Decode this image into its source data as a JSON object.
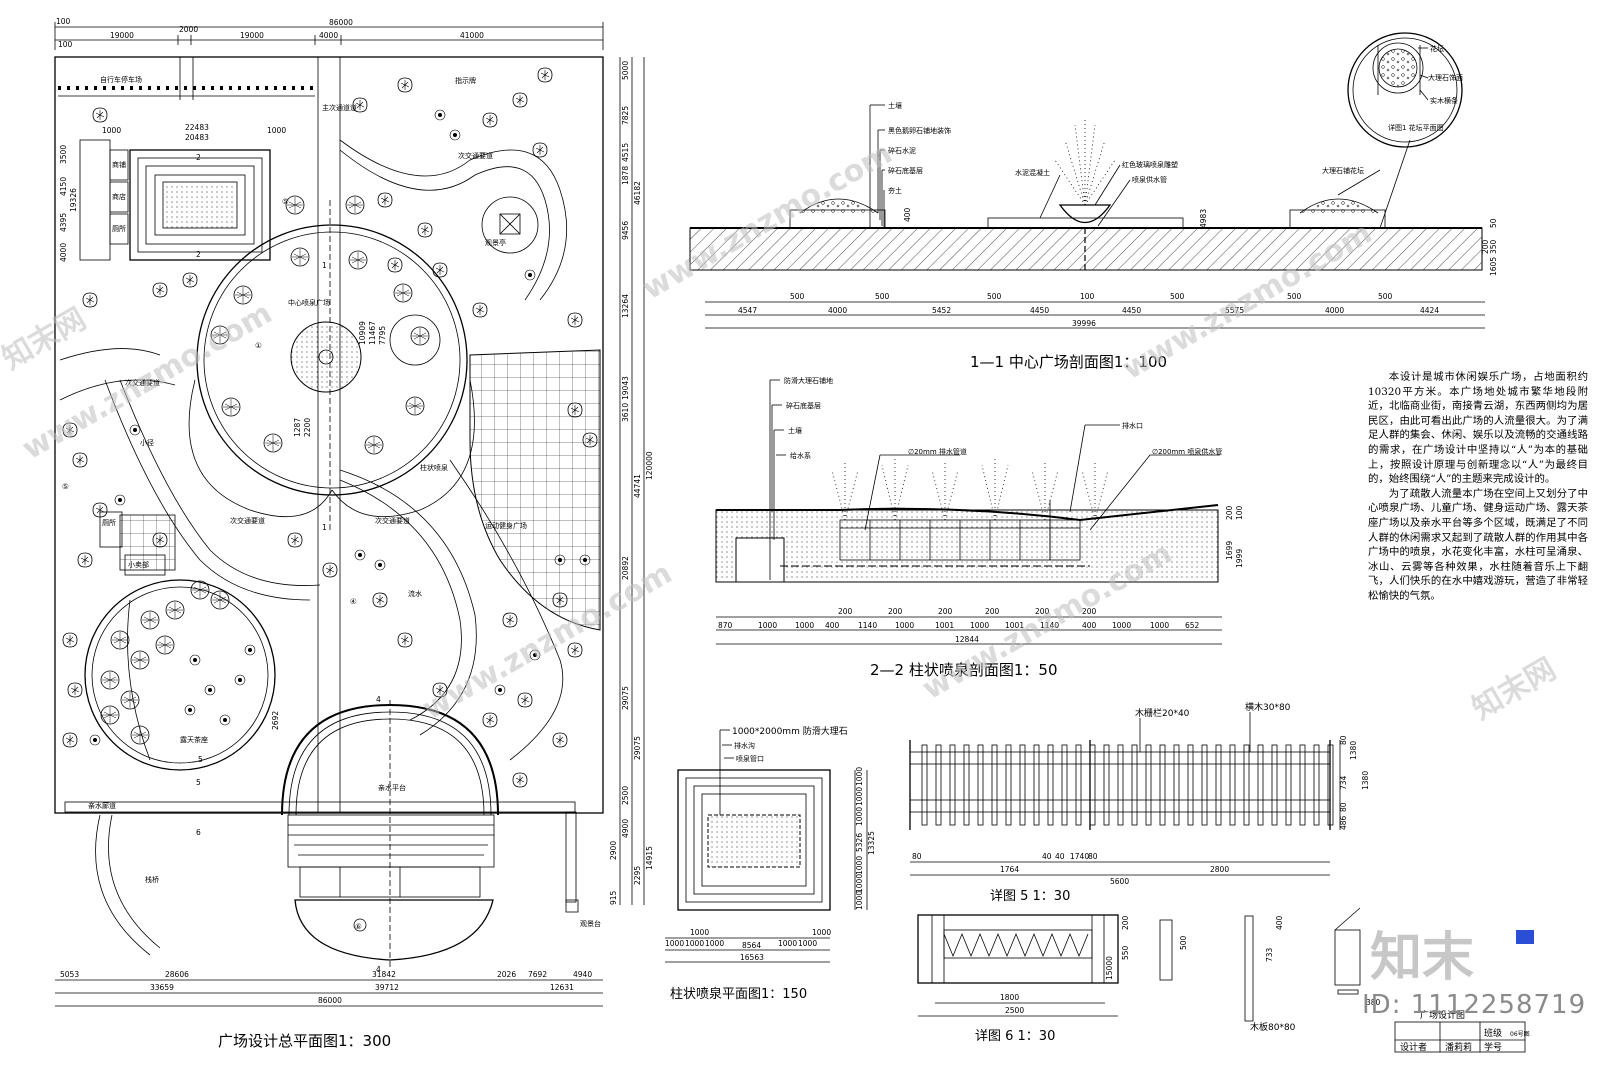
{
  "plan": {
    "title": "广场设计总平面图1：300",
    "top_dims": [
      "86000",
      "19000",
      "2000",
      "19000",
      "4000",
      "41000",
      "100",
      "100"
    ],
    "bottom_dims": [
      "5053",
      "28606",
      "31842",
      "7692",
      "4940",
      "2026",
      "33659",
      "39712",
      "12631",
      "86000"
    ],
    "right_dims": [
      "5000",
      "7825",
      "4515",
      "1878",
      "46182",
      "9456",
      "13264",
      "19043",
      "3610",
      "44741",
      "120000",
      "20892",
      "29075",
      "29075",
      "2500",
      "4900",
      "2900",
      "14915",
      "915",
      "2295"
    ],
    "inner_dims": [
      "22483",
      "20483",
      "1000",
      "1000",
      "3500",
      "4150",
      "4395",
      "4000",
      "19326",
      "1287",
      "2200",
      "7795",
      "11467",
      "10909",
      "2692"
    ],
    "labels": {
      "carpark": "自行车停车场",
      "main_road": "主次通道道",
      "central": "中心喷泉广场",
      "secondary1": "次交通要道",
      "secondary2": "次交通要道",
      "secondary3": "次交通要道",
      "secondary4": "次交通要道",
      "col_fountain": "柱状喷泉",
      "sports": "运动健身广场",
      "tea": "露天茶座",
      "water_platform": "亲水平台",
      "water_corridor": "亲水廊道",
      "stream": "流水",
      "pavilion": "观景亭",
      "toilet": "厕所",
      "kiosk": "小卖部",
      "wood_bridge": "栈桥",
      "viewing_stage": "观景台",
      "small_path": "小径",
      "sign": "指示牌",
      "shop_a": "商铺",
      "shop_b": "商店",
      "shop_c": "厕所",
      "section_marks": [
        "1",
        "1",
        "2",
        "2",
        "4",
        "4",
        "5",
        "5",
        "6"
      ],
      "detail_marks": [
        "①",
        "④",
        "⑤",
        "⑤",
        "⑥"
      ]
    }
  },
  "section1": {
    "title": "1—1 中心广场剖面图1：100",
    "labels": [
      "土壤",
      "黑色鹅卵石铺地装饰",
      "碎石水泥",
      "碎石底基层",
      "夯土",
      "水泥混凝土",
      "红色玻璃喷泉雕塑",
      "喷泉供水管",
      "大理石铺花坛"
    ],
    "top_dims": [
      "500",
      "500",
      "500",
      "100",
      "500",
      "500",
      "500"
    ],
    "bottom_dims": [
      "4547",
      "4000",
      "5452",
      "4450",
      "4450",
      "5575",
      "4000",
      "4424"
    ],
    "total": "39996",
    "right_dims": [
      "50",
      "350",
      "1605",
      "200",
      "400",
      "4983"
    ]
  },
  "detail1": {
    "title": "详图1 花坛平面图",
    "labels": [
      "花坛",
      "大理石饰面",
      "实木横条"
    ]
  },
  "section2": {
    "title": "2—2 柱状喷泉剖面图1：50",
    "labels": [
      "防滑大理石铺地",
      "碎石底基层",
      "土壤",
      "给水系",
      "排水口"
    ],
    "pipe1": "∅20mm 排水管道",
    "pipe2": "∅200mm 喷泉供水管",
    "top_dims": [
      "200",
      "200",
      "200",
      "200",
      "200",
      "200"
    ],
    "bottom_dims": [
      "870",
      "1000",
      "1000",
      "400",
      "1140",
      "1000",
      "1001",
      "1000",
      "1001",
      "1140",
      "400",
      "1000",
      "1000",
      "652"
    ],
    "total": "12844",
    "right_dims": [
      "200",
      "100",
      "1699",
      "1999"
    ]
  },
  "fountain_plan": {
    "title": "柱状喷泉平面图1：150",
    "labels": [
      "1000*2000mm 防滑大理石",
      "排水沟",
      "喷泉管口"
    ],
    "dims_top": [
      "1000",
      "1000",
      "1000",
      "1000",
      "1000",
      "1000",
      "1000"
    ],
    "dims_mid": "8564",
    "dims_total": "16563",
    "left_dims": [
      "1000",
      "1000",
      "1000",
      "5326",
      "1000",
      "1000",
      "1000",
      "13325"
    ]
  },
  "detail5": {
    "title": "详图 5 1：30",
    "labels": [
      "木栅栏20*40",
      "横木30*80"
    ],
    "dims": [
      "80",
      "1764",
      "40",
      "40",
      "1740",
      "80",
      "2800",
      "5600"
    ],
    "right_dims": [
      "80",
      "734",
      "80",
      "486",
      "1380",
      "1380"
    ]
  },
  "detail6": {
    "title": "详图 6 1：30",
    "dims": [
      "1800",
      "2500",
      "15000"
    ],
    "right_dims": [
      "200",
      "550",
      "500",
      "733",
      "400",
      "380"
    ],
    "label": "木板80*80"
  },
  "description": {
    "p1": "本设计是城市休闲娱乐广场，占地面积约10320平方米。本广场地处城市繁华地段附近，北临商业街，南接青云湖，东西两侧均为居民区，由此可看出此广场的人流量很大。为了满足人群的集会、休闲、娱乐以及流畅的交通线路的需求，在广场设计中坚持以“人”为本的基础上，按照设计原理与创新理念以“人”为最终目的，始终围绕“人”的主题来完成设计的。",
    "p2": "为了疏散人流量本广场在空间上又划分了中心喷泉广场、儿童广场、健身运动广场、露天茶座广场以及亲水平台等多个区域，既满足了不同人群的休闲需求又起到了疏散人群的作用其中各广场中的喷泉，水花变化丰富，水柱可呈涌泉、冰山、云雾等各种效果，水柱随着音乐上下翻飞，人们快乐的在水中嬉戏游玩，营造了非常轻松愉快的气氛。"
  },
  "title_block": {
    "designer_label": "设计者",
    "designer": "潘莉莉",
    "class_label": "班级",
    "class_value": "学号",
    "sheet": "06号图",
    "drawing": "广场设计图"
  },
  "watermark": {
    "text": "www.znzmo.com",
    "brand": "知末网",
    "logo": "知末",
    "id": "ID: 1112258719"
  }
}
